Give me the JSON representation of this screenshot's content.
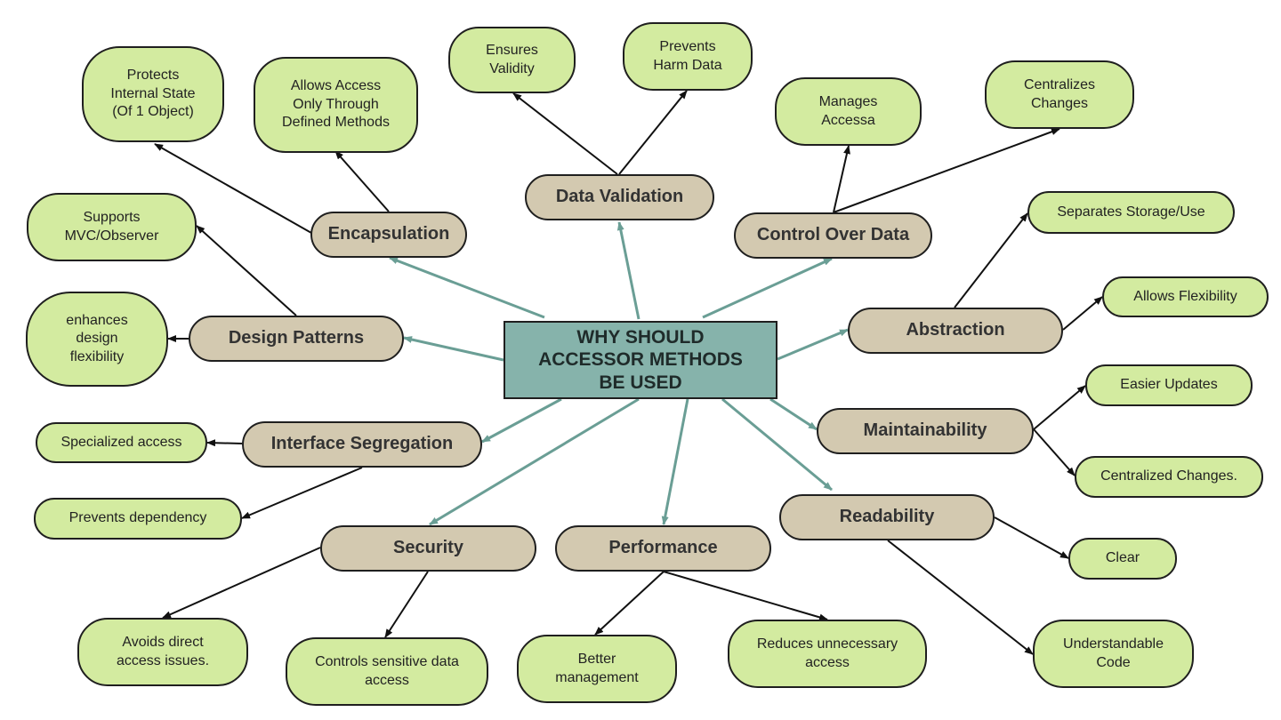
{
  "center": {
    "label": "WHY SHOULD\nACCESSOR METHODS\nBE USED"
  },
  "branches": {
    "encapsulation": "Encapsulation",
    "data_validation": "Data Validation",
    "control_over_data": "Control Over Data",
    "abstraction": "Abstraction",
    "maintainability": "Maintainability",
    "readability": "Readability",
    "performance": "Performance",
    "security": "Security",
    "interface_segregation": "Interface Segregation",
    "design_patterns": "Design Patterns"
  },
  "leaves": {
    "protects_internal_state": "Protects\nInternal State\n(Of 1 Object)",
    "allows_access_defined": "Allows Access\nOnly Through\nDefined Methods",
    "ensures_validity": "Ensures\nValidity",
    "prevents_harm_data": "Prevents\nHarm Data",
    "manages_accessa": "Manages\nAccessa",
    "centralizes_changes": "Centralizes\nChanges",
    "separates_storage_use": "Separates Storage/Use",
    "allows_flexibility": "Allows Flexibility",
    "easier_updates": "Easier Updates",
    "centralized_changes": "Centralized Changes.",
    "clear": "Clear",
    "understandable_code": "Understandable\nCode",
    "reduces_unnecessary_access": "Reduces unnecessary\naccess",
    "better_management": "Better\nmanagement",
    "controls_sensitive_data": "Controls sensitive data\naccess",
    "avoids_direct_access": "Avoids direct\naccess issues.",
    "prevents_dependency": "Prevents dependency",
    "specialized_access": "Specialized access",
    "enhances_design_flexibility": "enhances\ndesign\nflexibility",
    "supports_mvc_observer": "Supports\nMVC/Observer"
  },
  "colors": {
    "center_fill": "#86b3ab",
    "branch_fill": "#d3c9b0",
    "leaf_fill": "#d3eba0",
    "primary_arrow": "#6a9e95",
    "secondary_arrow": "#111111"
  }
}
